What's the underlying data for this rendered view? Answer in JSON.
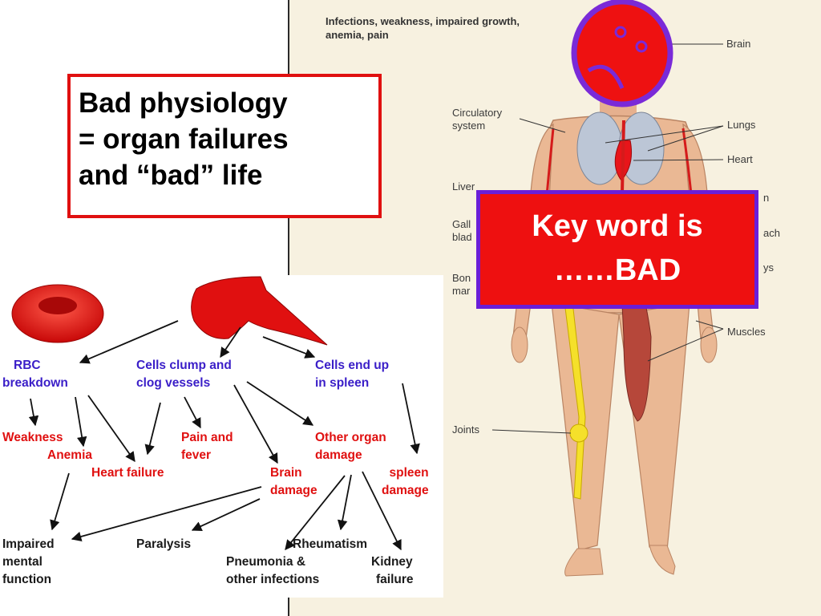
{
  "left_box": {
    "lines": [
      "Bad physiology",
      "= organ failures",
      "and “bad” life"
    ],
    "border_color": "#e01010"
  },
  "right_box": {
    "lines": [
      "Key word is",
      "……BAD"
    ],
    "border_color": "#6a1ed8",
    "fill_color": "#ee1010"
  },
  "scan": {
    "header": [
      "Infections, weakness, impaired growth,",
      "anemia, pain"
    ],
    "labels": {
      "brain": "Brain",
      "circulatory": [
        "Circulatory",
        "system"
      ],
      "lungs": "Lungs",
      "heart": "Heart",
      "liver": "Liver",
      "gall": [
        "Gall",
        "blad"
      ],
      "spleen_cut": "n",
      "stomach_cut": "ach",
      "kidneys_cut": "ys",
      "bone": [
        "Bon",
        "mar"
      ],
      "muscles": "Muscles",
      "joints": "Joints"
    }
  },
  "flowchart": {
    "rbc_breakdown": [
      "RBC",
      "breakdown"
    ],
    "cells_clump": [
      "Cells clump and",
      "clog vessels"
    ],
    "cells_spleen": [
      "Cells end up",
      "in spleen"
    ],
    "weakness": "Weakness",
    "anemia": "Anemia",
    "heart_failure": "Heart failure",
    "pain_fever": [
      "Pain and",
      "fever"
    ],
    "other_organ": [
      "Other organ",
      "damage"
    ],
    "brain_damage": [
      "Brain",
      "damage"
    ],
    "spleen_damage": [
      "spleen",
      "damage"
    ],
    "impaired": [
      "Impaired",
      "mental",
      "function"
    ],
    "paralysis": "Paralysis",
    "rheumatism": "Rheumatism",
    "pneumonia": [
      "Pneumonia &",
      "other infections"
    ],
    "kidney": [
      "Kidney",
      "failure"
    ]
  },
  "colors": {
    "cause_text": "#3a1ec8",
    "effect_text": "#e01010",
    "outcome_text": "#1a1a1a",
    "cell_red": "#e61010",
    "face_fill": "#ee1111",
    "face_outline": "#7a2ad8"
  }
}
